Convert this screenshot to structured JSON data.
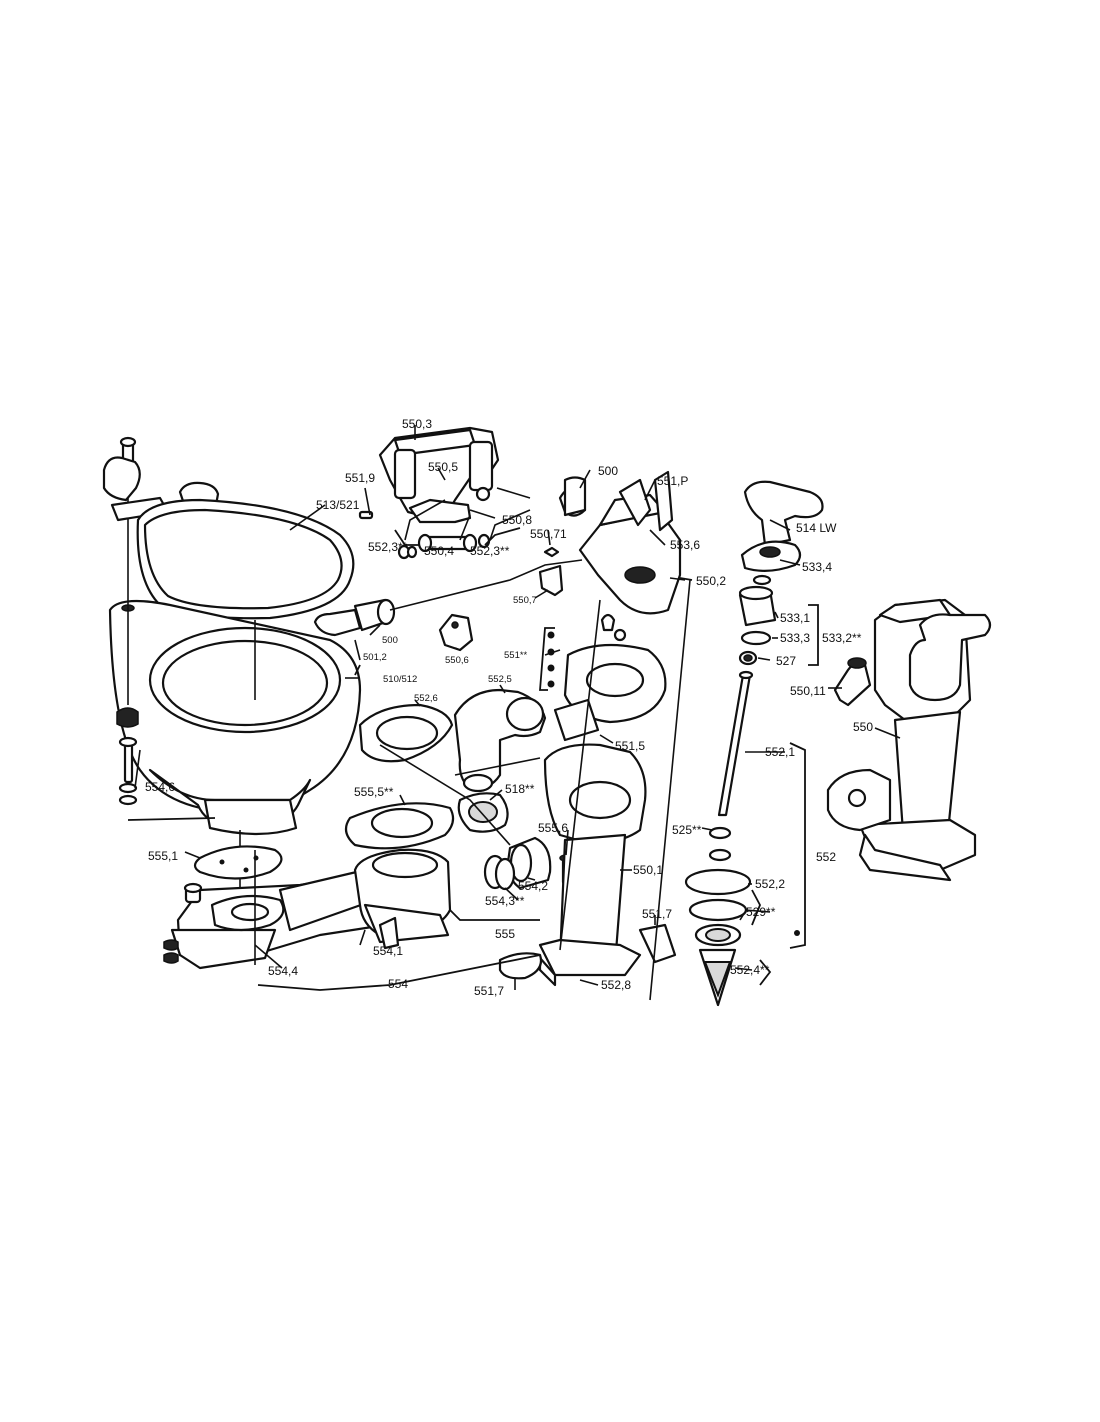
{
  "callouts": {
    "p550_3": "550,3",
    "p550_5": "550,5",
    "p551_9": "551,9",
    "p513_521": "513/521",
    "p500_top": "500",
    "p551_p": "551,P",
    "p550_8": "550,8",
    "p550_71": "550,71",
    "p553_6": "553,6",
    "p550_2": "550,2",
    "p552_3_left": "552,3**",
    "p550_4": "550,4",
    "p552_3_right": "552,3**",
    "p550_7": "550,7",
    "p514_lw": "514 LW",
    "p533_4": "533,4",
    "p500_mid": "500",
    "p501_2": "501,2",
    "p550_6": "550,6",
    "p533_1": "533,1",
    "p533_3": "533,3",
    "p533_2": "533,2**",
    "p527": "527",
    "p551": "551**",
    "p510_512": "510/512",
    "p552_6": "552,6",
    "p552_5": "552,5",
    "p550_11": "550,11",
    "p550": "550",
    "p551_5": "551,5",
    "p552_1": "552,1",
    "p554_6": "554,6",
    "p555_5": "555,5**",
    "p518": "518**",
    "p525": "525**",
    "p555_6": "555,6",
    "p552": "552",
    "p550_1": "550,1",
    "p555_1": "555,1",
    "p552_2": "552,2",
    "p554_2": "554,2",
    "p554_3": "554,3**",
    "p529": "529**",
    "p551_7_upper": "551,7",
    "p555": "555",
    "p552_4": "552,4**",
    "p554_1": "554,1",
    "p554_4": "554,4",
    "p554": "554",
    "p551_7_lower": "551,7",
    "p552_8": "552,8"
  }
}
